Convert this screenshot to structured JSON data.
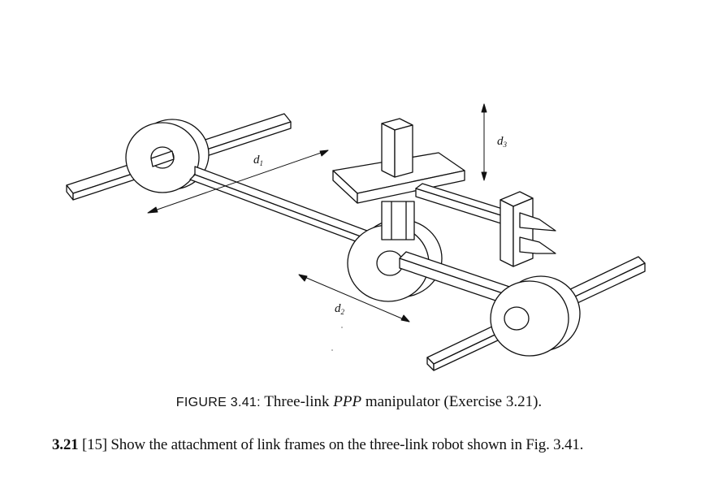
{
  "figure": {
    "labels": {
      "d1": "d",
      "d1_sub": "1",
      "d2": "d",
      "d2_sub": "2",
      "d3": "d",
      "d3_sub": "3"
    }
  },
  "caption": {
    "label": "FIGURE 3.41:",
    "text_before": "Three-link",
    "ppp": "PPP",
    "text_after": "manipulator (Exercise 3.21)."
  },
  "exercise": {
    "number": "3.21",
    "difficulty": "[15]",
    "text": "Show the attachment of link frames on the three-link robot shown in Fig. 3.41."
  }
}
